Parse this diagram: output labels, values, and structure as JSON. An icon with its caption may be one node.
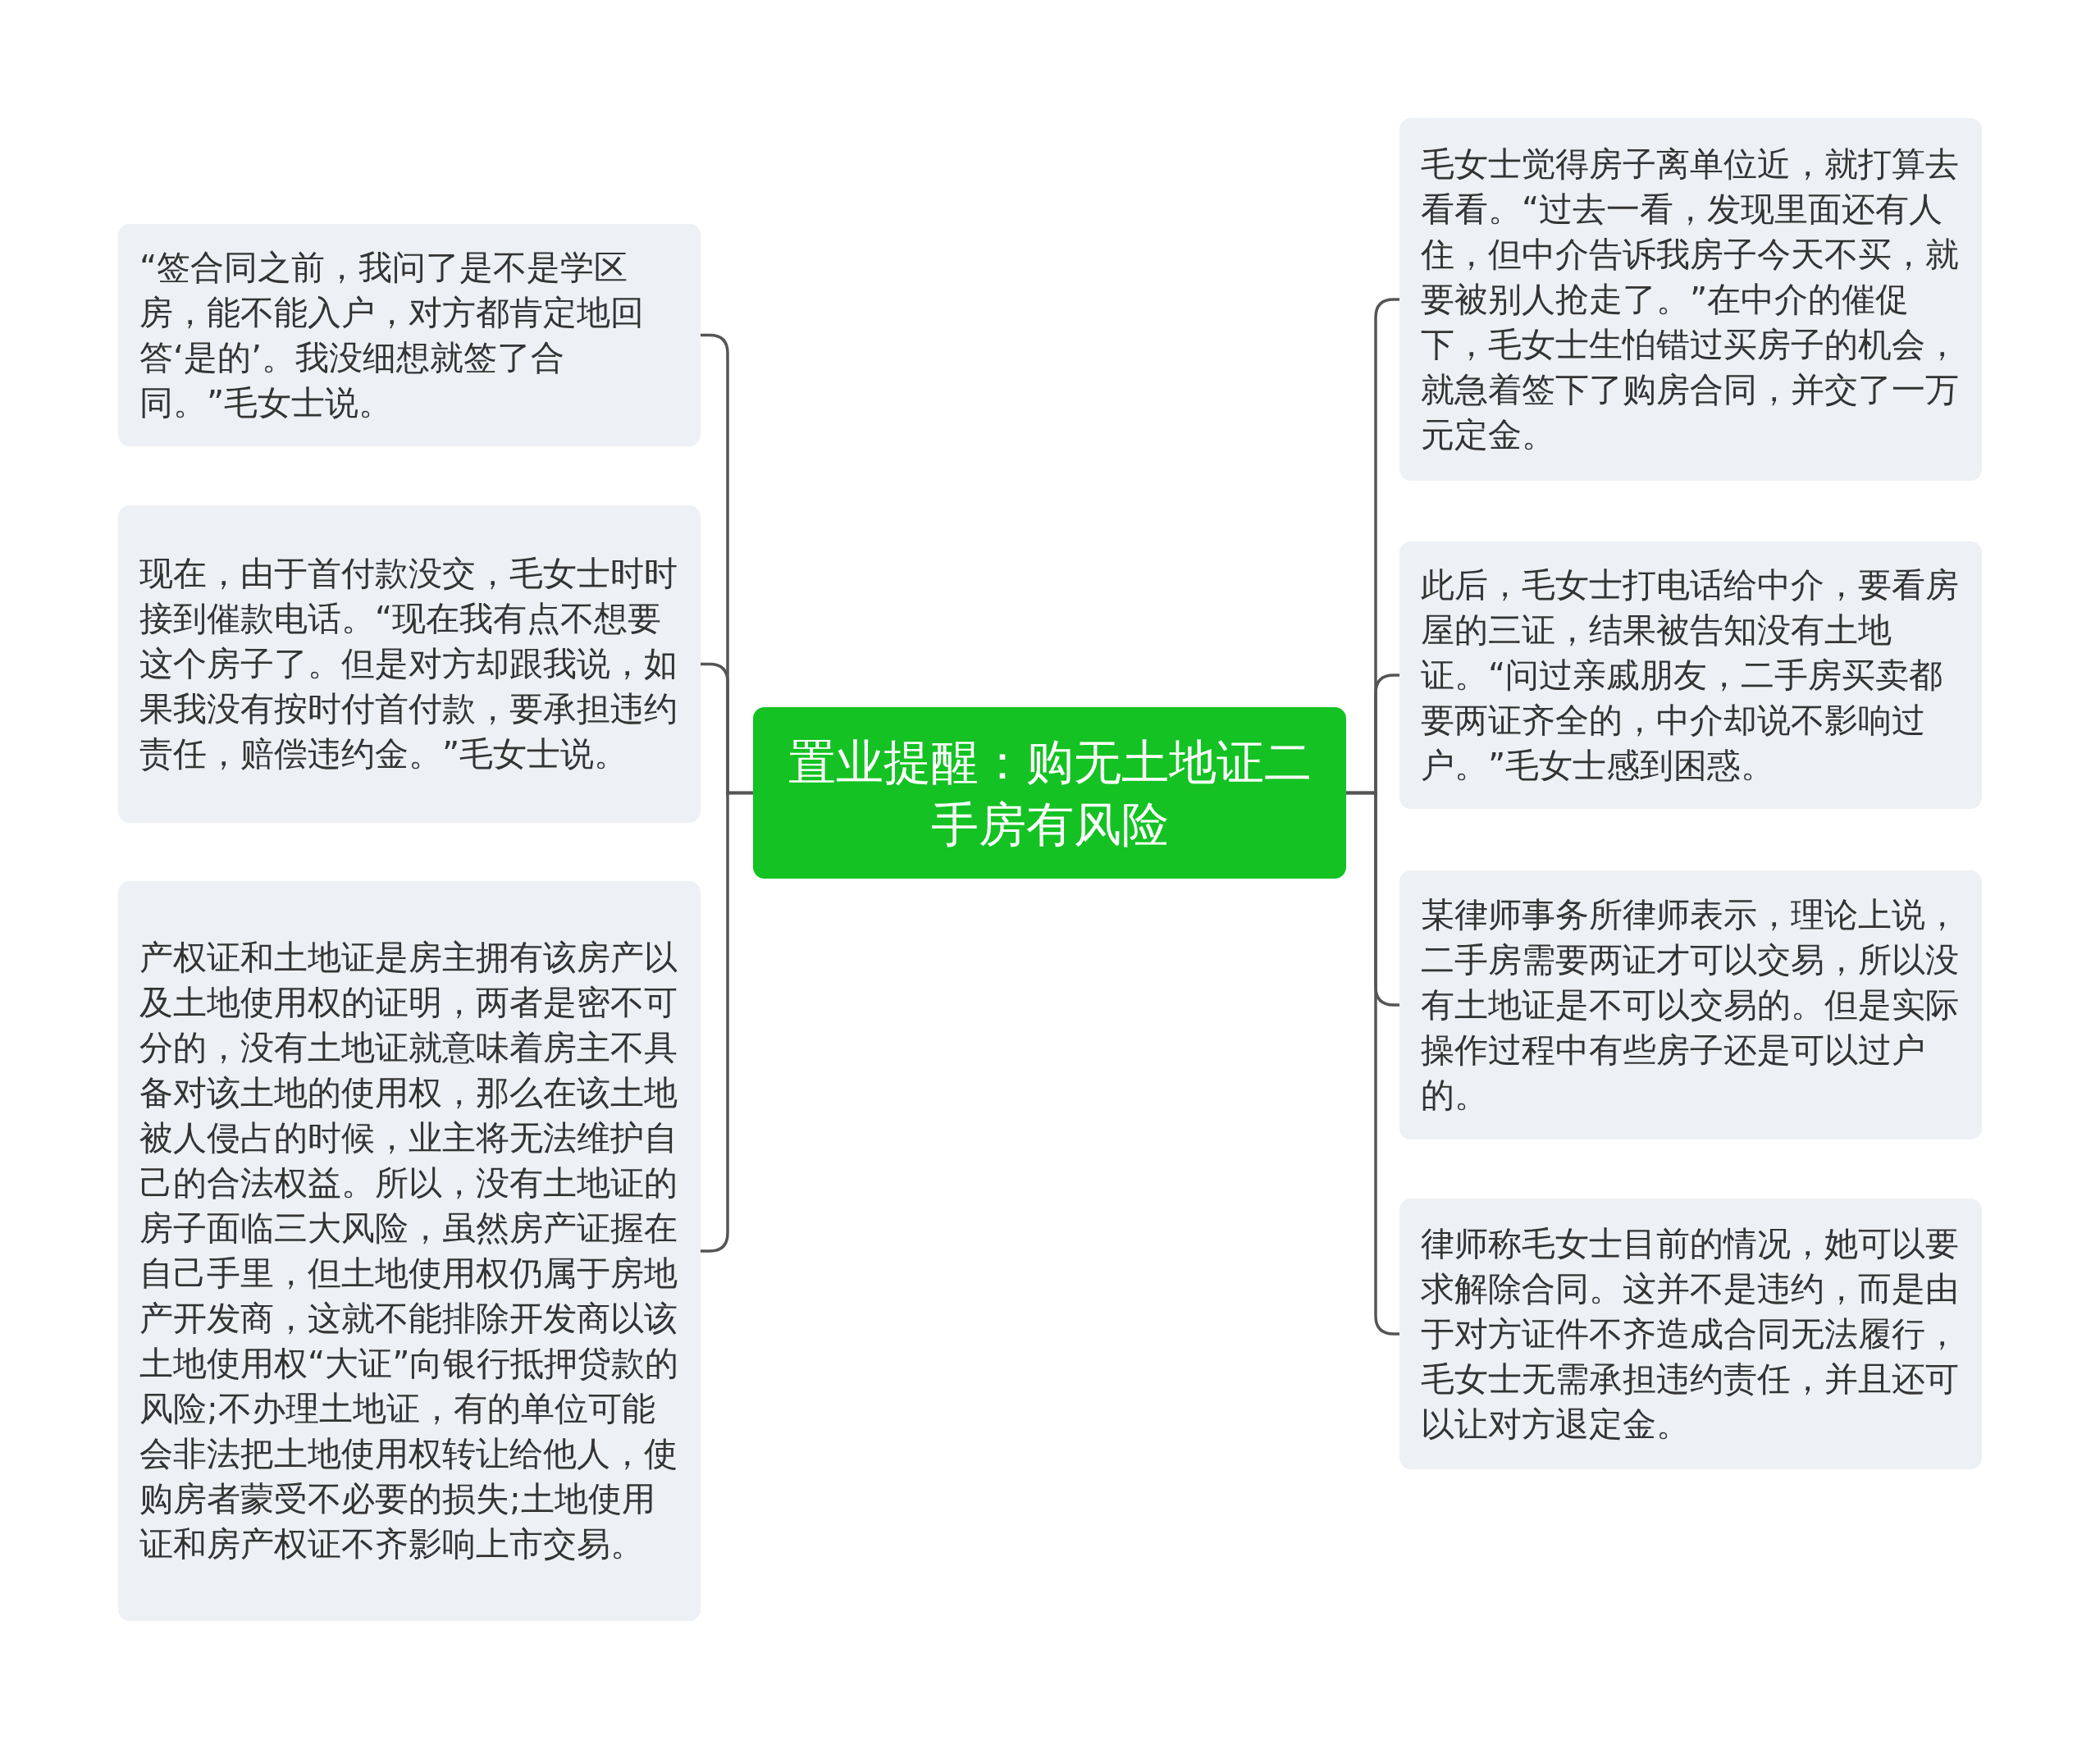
{
  "diagram": {
    "nodes": [
      {
        "text": [
          "置业提醒：购无土地证二手房有风险"
        ]
      },
      {
        "text": [
          "“签合同之前，我问了是不是学区房，能不能入户，对方都肯定地回答‘是的’。我没细想就签了合同。”毛女士说。"
        ]
      },
      {
        "text": [
          "现在，由于首付款没交，毛女士时时接到催款电话。“现在我有点不想要这个房子了。但是对方却跟我说，如果我没有按时付首付款，要承担违约责任，赔偿违约金。”毛女士说。"
        ]
      },
      {
        "text": [
          "产权证和土地证是房主拥有该房产以及土地使用权的证明，两者是密不可分的，没有土地证就意味着房主不具备对该土地的使用权，那么在该土地被人侵占的时候，业主将无法维护自己的合法权益。所以，没有土地证的房子面临三大风险，虽然房产证握在自己手里，但土地使用权仍属于房地产开发商，这就不能排除开发商以该土地使用权“大证”向银行抵押贷款的风险;不办理土地证，有的单位可能会非法把土地使用权转让给他人，使购房者蒙受不必要的损失;土地使用证和房产权证不齐影响上市交易。"
        ]
      },
      {
        "text": [
          "毛女士觉得房子离单位近，就打算去看看。“过去一看，发现里面还有人住，但中介告诉我房子今天不买，就要被别人抢走了。”在中介的催促下，毛女士生怕错过买房子的机会，就急着签下了购房合同，并交了一万元定金。"
        ]
      },
      {
        "text": [
          "此后，毛女士打电话给中介，要看房屋的三证，结果被告知没有土地证。“问过亲戚朋友，二手房买卖都要两证齐全的，中介却说不影响过户。”毛女士感到困惑。"
        ]
      },
      {
        "text": [
          "某律师事务所律师表示，理论上说，二手房需要两证才可以交易，所以没有土地证是不可以交易的。但是实际操作过程中有些房子还是可以过户的。"
        ]
      },
      {
        "text": [
          "律师称毛女士目前的情况，她可以要求解除合同。这并不是违约，而是由于对方证件不齐造成合同无法履行，毛女士无需承担违约责任，并且还可以让对方退定金。"
        ]
      }
    ],
    "edges": [
      {
        "from": 0,
        "to": 1,
        "arrow": "none"
      },
      {
        "from": 0,
        "to": 2,
        "arrow": "none"
      },
      {
        "from": 0,
        "to": 3,
        "arrow": "none"
      },
      {
        "from": 0,
        "to": 4,
        "arrow": "none"
      },
      {
        "from": 0,
        "to": 5,
        "arrow": "none"
      },
      {
        "from": 0,
        "to": 6,
        "arrow": "none"
      },
      {
        "from": 0,
        "to": 7,
        "arrow": "none"
      }
    ]
  }
}
